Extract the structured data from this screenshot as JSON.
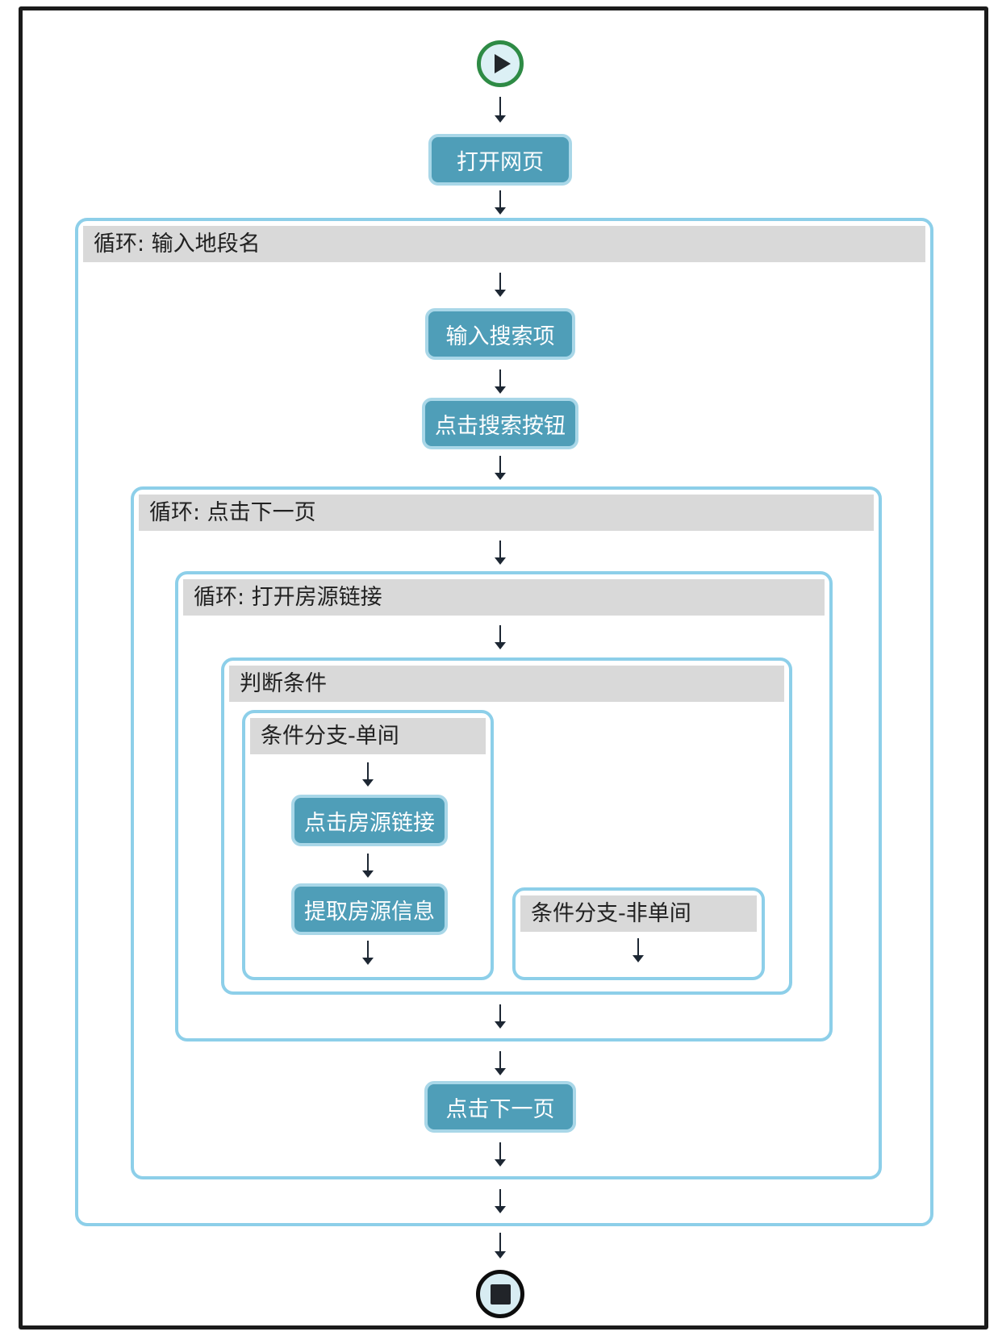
{
  "flowchart": {
    "start_icon": "play-icon",
    "end_icon": "stop-icon",
    "steps": {
      "open_webpage": "打开网页",
      "input_search_term": "输入搜索项",
      "click_search_button": "点击搜索按钮",
      "click_listing_link": "点击房源链接",
      "extract_listing_info": "提取房源信息",
      "click_next_page": "点击下一页"
    },
    "loops": {
      "input_district": "循环: 输入地段名",
      "click_next_page": "循环: 点击下一页",
      "open_listing_link": "循环: 打开房源链接"
    },
    "condition": {
      "header": "判断条件",
      "branch_single_room": "条件分支-单间",
      "branch_not_single_room": "条件分支-非单间"
    },
    "colors": {
      "step_fill": "#4f9eb8",
      "step_border": "#a9d7e8",
      "container_border": "#8dcfe9",
      "header_bg": "#d9d9d9",
      "start_ring": "#2e8b45",
      "end_ring": "#0d0d0d",
      "terminal_fill": "#dcf0f5",
      "arrow": "#1d2733",
      "frame_border": "#1b1b1b"
    }
  }
}
